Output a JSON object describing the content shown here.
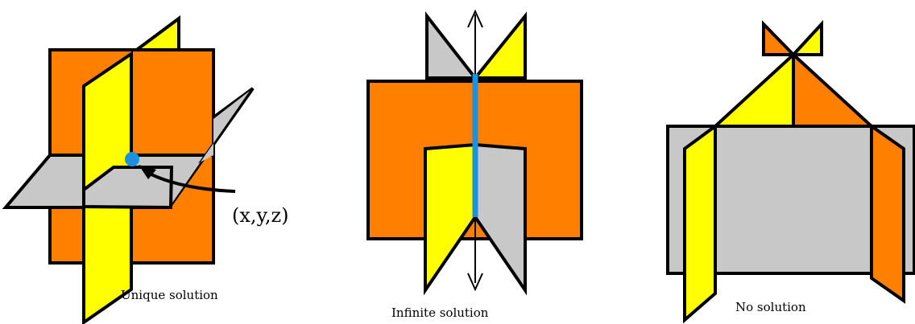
{
  "colors": {
    "orange": "#FF8000",
    "yellow": "#FFFF00",
    "gray": "#C8C8C8",
    "point": "#1E90E0",
    "line": "#000000"
  },
  "panels": [
    {
      "caption": "Unique solution",
      "point_label": "(x,y,z)"
    },
    {
      "caption": "Infinite solution"
    },
    {
      "caption": "No solution"
    }
  ]
}
